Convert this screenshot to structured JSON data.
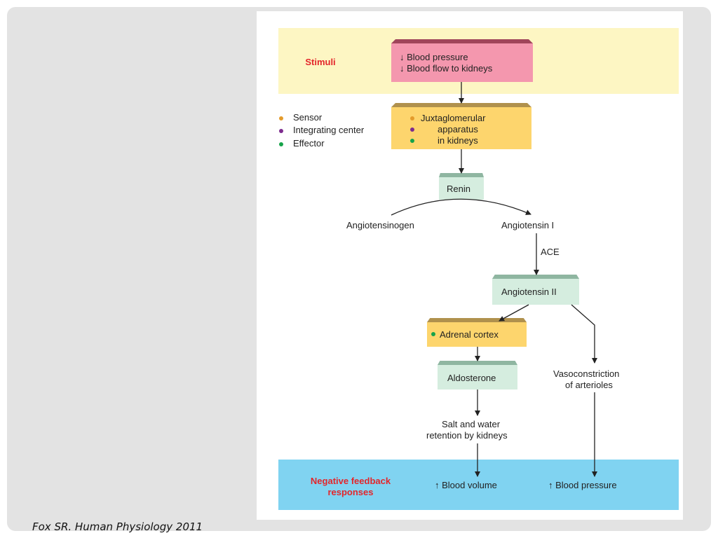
{
  "stimuli": {
    "label": "Stimuli",
    "line1": "↓ Blood pressure",
    "line2": "↓ Blood flow to kidneys"
  },
  "legend": {
    "sensor": "Sensor",
    "integrating": "Integrating center",
    "effector": "Effector"
  },
  "jga": {
    "line1": "Juxtaglomerular",
    "line2": "apparatus",
    "line3": "in kidneys"
  },
  "renin": "Renin",
  "angiotensinogen": "Angiotensinogen",
  "angiotensin1": "Angiotensin I",
  "ace": "ACE",
  "angiotensin2": "Angiotensin II",
  "adrenal": "Adrenal cortex",
  "aldosterone": "Aldosterone",
  "salt": {
    "line1": "Salt and water",
    "line2": "retention by kidneys"
  },
  "vaso": {
    "line1": "Vasoconstriction",
    "line2": "of arterioles"
  },
  "feedback": {
    "label_line1": "Negative feedback",
    "label_line2": "responses",
    "volume": "↑ Blood volume",
    "pressure": "↑ Blood pressure"
  },
  "citation": "Fox SR. Human Physiology 2011",
  "colors": {
    "sensor_dot": "#e49b2b",
    "integrating_dot": "#7d2c8e",
    "effector_dot": "#16a34a",
    "stimuli_band": "#fdf6c3",
    "feedback_band": "#80d3f1",
    "red_label": "#e3262b"
  }
}
